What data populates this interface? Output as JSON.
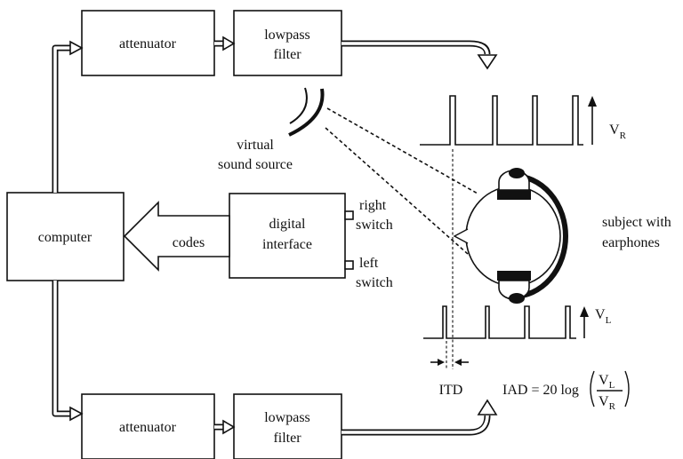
{
  "blocks": {
    "attenuator_top": "attenuator",
    "lowpass_top_line1": "lowpass",
    "lowpass_top_line2": "filter",
    "computer": "computer",
    "digital_line1": "digital",
    "digital_line2": "interface",
    "attenuator_bottom": "attenuator",
    "lowpass_bottom_line1": "lowpass",
    "lowpass_bottom_line2": "filter"
  },
  "labels": {
    "codes": "codes",
    "right_switch_line1": "right",
    "right_switch_line2": "switch",
    "left_switch_line1": "left",
    "left_switch_line2": "switch",
    "virtual_line1": "virtual",
    "virtual_line2": "sound source",
    "subject_line1": "subject with",
    "subject_line2": "earphones",
    "itd": "ITD"
  },
  "signals": {
    "vr_letter": "V",
    "vr_sub": "R",
    "vl_letter": "V",
    "vl_sub": "L"
  },
  "formula": {
    "lhs": "IAD = 20 log",
    "num_letter": "V",
    "num_sub": "L",
    "den_letter": "V",
    "den_sub": "R"
  }
}
